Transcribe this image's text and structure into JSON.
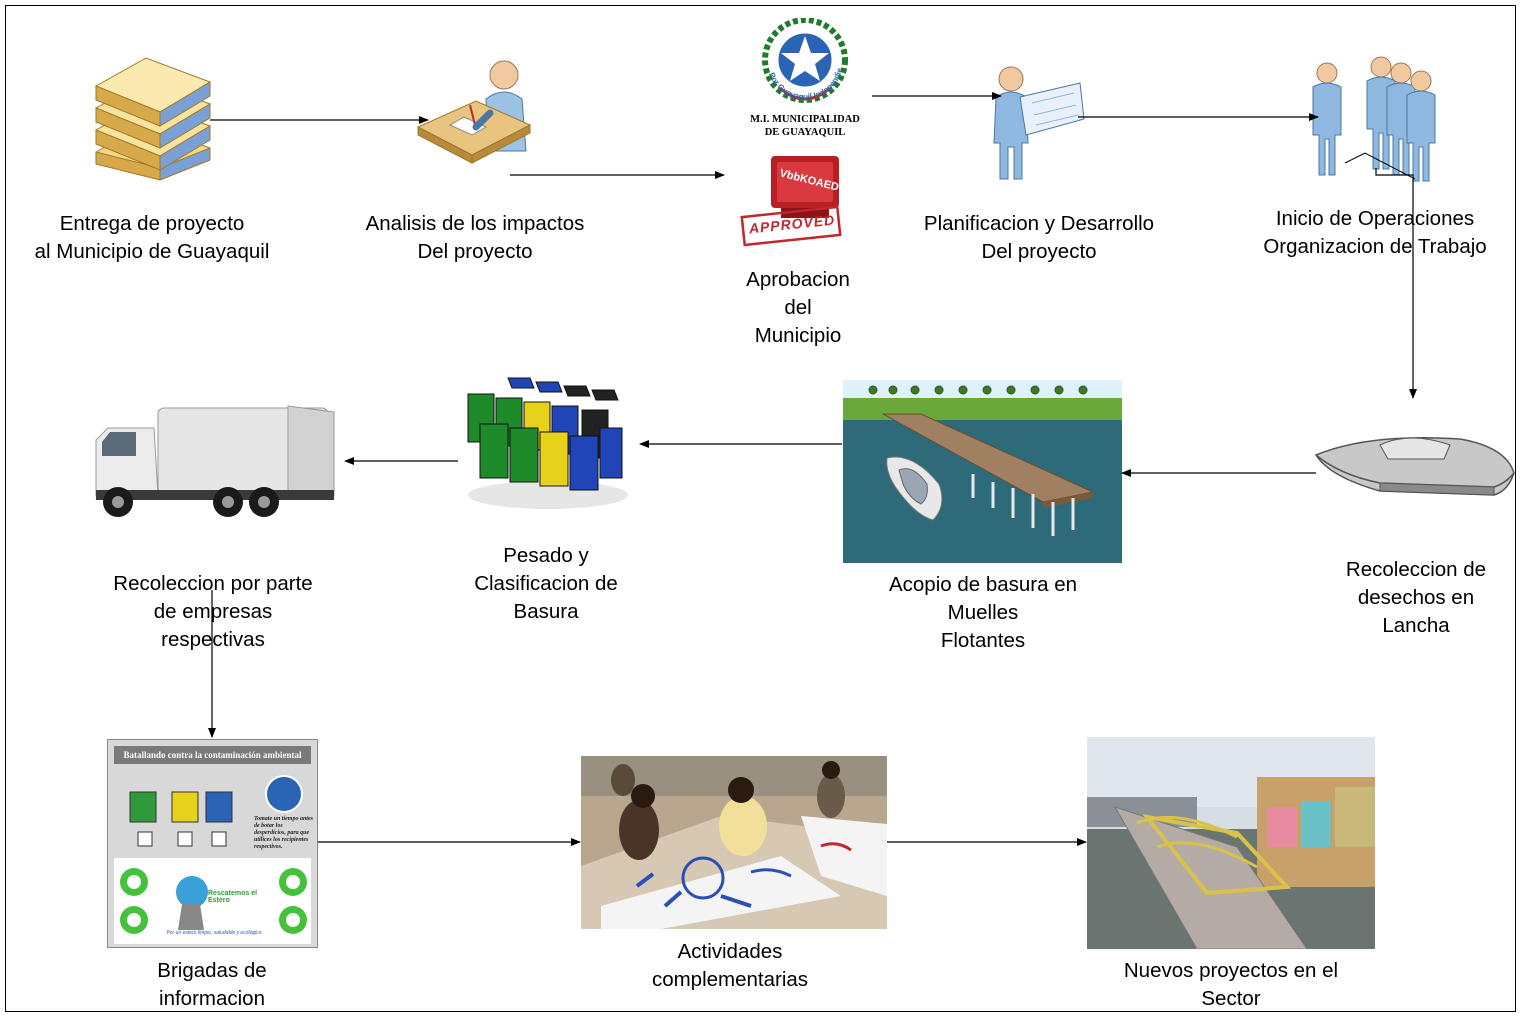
{
  "steps": {
    "entrega": "Entrega de proyecto\nal Municipio de Guayaquil",
    "analisis": "Analisis de los impactos\nDel proyecto",
    "aprobacion": "Aprobacion\ndel\nMunicipio",
    "planificacion": "Planificacion y Desarrollo\nDel proyecto",
    "inicio": "Inicio de Operaciones\nOrganizacion de Trabajo",
    "lancha": "Recoleccion de\ndesechos en\nLancha",
    "acopio": "Acopio de basura en\nMuelles\nFlotantes",
    "pesado": "Pesado y\nClasificacion de\nBasura",
    "recoleccion_empresas": "Recoleccion por parte\nde empresas\nrespectivas",
    "brigadas": "Brigadas de\ninformacion",
    "actividades": "Actividades\ncomplementarias",
    "nuevos": "Nuevos proyectos en el\nSector"
  },
  "seal": {
    "ring_text": "Por Guayaquil Independiente",
    "line1": "M.I. MUNICIPALIDAD",
    "line2": "DE GUAYAQUIL"
  },
  "stamp": {
    "red": "VbbKOAED",
    "approved": "APPROVED"
  },
  "poster": {
    "title": "Batallando contra la contaminación ambiental",
    "note": "Tomate un tiempo antes de botar los desperdicios, para que utilices los recipientes respectivos.",
    "brand": "Rescatemos el Estero",
    "footer": "Por un estero limpio, saludable y ecológico"
  },
  "colors": {
    "line": "#000000",
    "water": "#2d6a7a",
    "bin_green": "#1f8a2a",
    "bin_yellow": "#e6d21a",
    "bin_blue": "#1f45b8",
    "figure_blue": "#8fb8e0",
    "seal_green": "#1f7a2e",
    "seal_blue": "#2b63b5",
    "stamp_red": "#c0282d"
  },
  "icons": [
    "documents-icon",
    "analyst-icon",
    "seal-icon",
    "approved-stamp-icon",
    "engineer-icon",
    "team-icon",
    "boat-icon",
    "dock-icon",
    "bins-icon",
    "truck-icon",
    "poster-icon",
    "children-photo",
    "waterfront-photo"
  ]
}
